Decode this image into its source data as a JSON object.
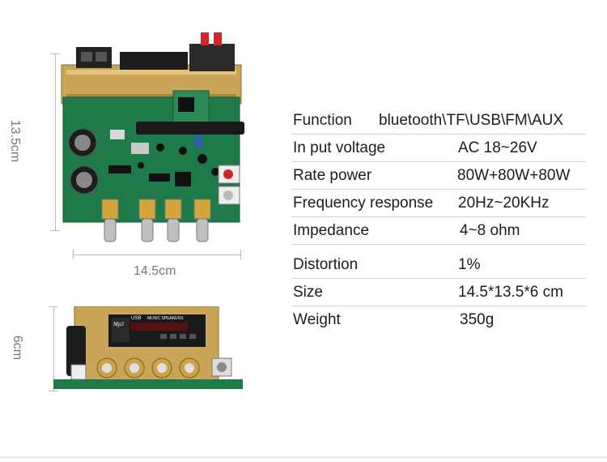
{
  "dimensions": {
    "height_top": "13.5cm",
    "width_top": "14.5cm",
    "height_side": "6cm"
  },
  "module_panel": {
    "brand": "Mp3",
    "usb_label": "USB",
    "title": "MUSIC SPEAKERS"
  },
  "specs": [
    {
      "label": "Function",
      "value": "bluetooth\\TF\\USB\\FM\\AUX"
    },
    {
      "label": "In put voltage",
      "value": "AC 18~26V"
    },
    {
      "label": "Rate power",
      "value": "80W+80W+80W"
    },
    {
      "label": "Frequency response",
      "value": "20Hz~20KHz"
    },
    {
      "label": "Impedance",
      "value": "4~8 ohm"
    },
    {
      "label": "Distortion",
      "value": "1%"
    },
    {
      "label": "Size",
      "value": "14.5*13.5*6 cm"
    },
    {
      "label": "Weight",
      "value": "350g"
    }
  ],
  "colors": {
    "pcb": "#1f7a4a",
    "heatsink": "#c9a55a",
    "spec_text": "#1c1c1c",
    "dim_text": "#777777"
  }
}
